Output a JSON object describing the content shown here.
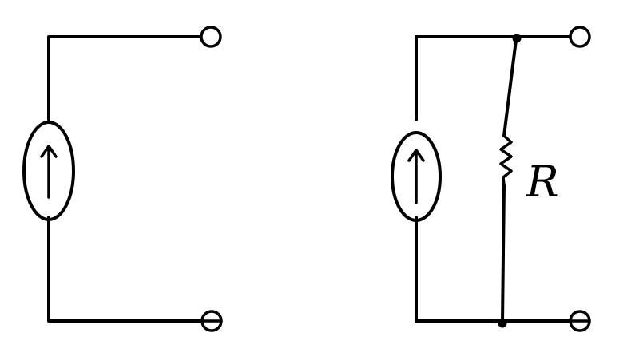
{
  "circuits": [
    {
      "id": "current-source-open",
      "components": [
        "current-source"
      ]
    },
    {
      "id": "current-source-parallel-resistor",
      "components": [
        "current-source",
        "resistor"
      ],
      "resistor_label": "R"
    }
  ],
  "colors": {
    "stroke": "#000000",
    "background": "#ffffff"
  },
  "icons": [
    "current-source-icon",
    "resistor-icon",
    "terminal-icon",
    "junction-dot-icon"
  ]
}
